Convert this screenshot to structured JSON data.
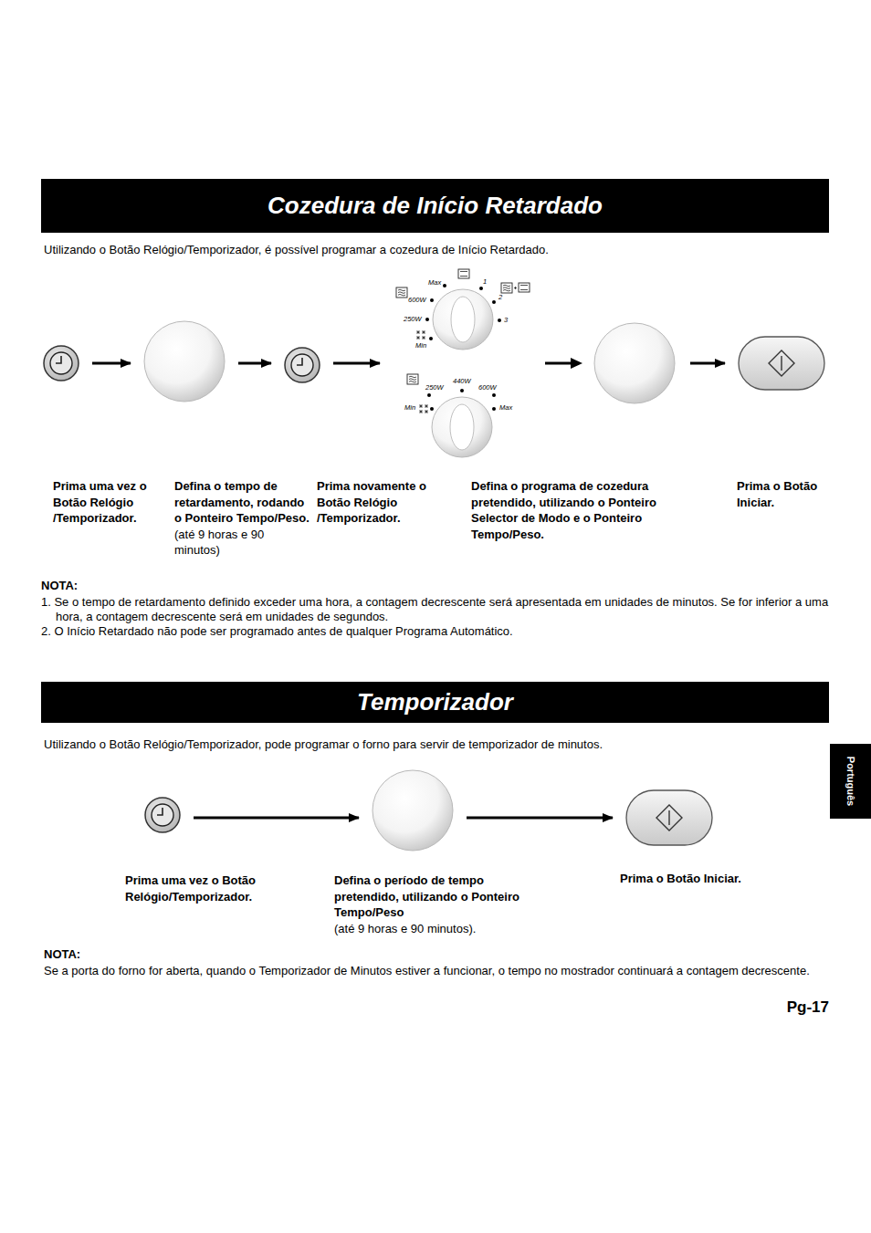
{
  "diagram": {
    "title": "Cozedura de Início Retardado",
    "nodes": [
      {
        "text": [
          "Cozedura de Início Retardado"
        ]
      },
      {
        "text": [
          "Prima uma vez o Botão Relógio /Temporizador."
        ]
      },
      {
        "text": [
          "Defina o tempo de retardamento, rodando o Ponteiro Tempo/Peso.",
          "(até 9 horas e 90 minutos)"
        ]
      },
      {
        "text": [
          "Prima novamente o Botão Relógio /Temporizador."
        ]
      },
      {
        "text": [
          "Defina o programa de cozedura pretendido, utilizando o Ponteiro Selector de Modo e o Ponteiro Tempo/Peso."
        ]
      },
      {
        "text": [
          "Prima o Botão Iniciar."
        ]
      },
      {
        "text": [
          "Temporizador"
        ]
      },
      {
        "text": [
          "Prima uma vez o Botão Relógio/Temporizador."
        ]
      },
      {
        "text": [
          "Defina o período de tempo pretendido, utilizando o Ponteiro Tempo/Peso",
          "(até 9 horas e 90 minutos)."
        ]
      },
      {
        "text": [
          "Prima o Botão Iniciar."
        ]
      },
      {
        "text": [
          "Português"
        ]
      }
    ],
    "edges": [
      {
        "from": 1,
        "to": 2,
        "arrow": "to"
      },
      {
        "from": 2,
        "to": 3,
        "arrow": "to"
      },
      {
        "from": 3,
        "to": 4,
        "arrow": "to"
      },
      {
        "from": 4,
        "to": 5,
        "arrow": "to"
      },
      {
        "from": 7,
        "to": 8,
        "arrow": "to"
      },
      {
        "from": 8,
        "to": 9,
        "arrow": "to"
      }
    ],
    "labels": [
      "Utilizando o Botão Relógio/Temporizador, é possível programar a cozedura de Início Retardado.",
      "NOTA:",
      "1. Se o tempo de retardamento definido exceder uma hora, a contagem decrescente será apresentada em unidades de minutos. Se for inferior a uma hora, a contagem decrescente será em unidades de segundos.",
      "2. O Início Retardado não pode ser programado antes de qualquer Programa Automático.",
      "Utilizando o Botão Relógio/Temporizador, pode programar o forno para servir de temporizador de minutos.",
      "NOTA:",
      "Se a porta do forno for aberta, quando o Temporizador de Minutos estiver a funcionar, o tempo no mostrador continuará a contagem decrescente.",
      "Pg-17",
      "Max",
      "1",
      "600W",
      "2",
      "250W",
      "3",
      "Min",
      "250W",
      "440W",
      "600W",
      "Min",
      "Max"
    ]
  }
}
